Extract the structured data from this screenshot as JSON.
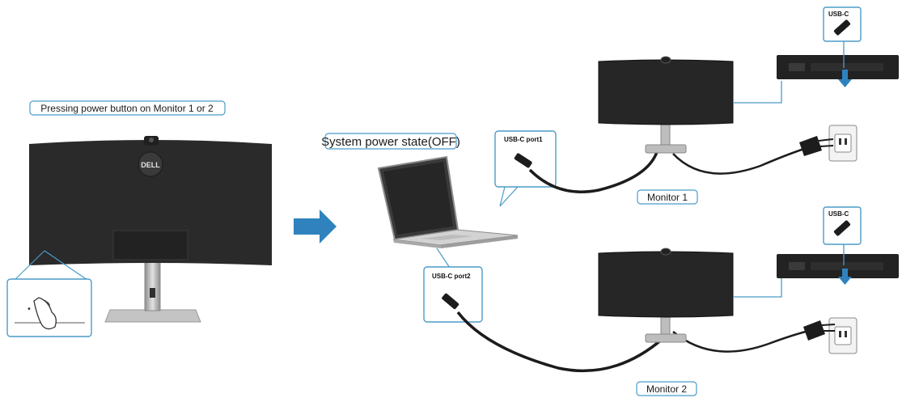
{
  "labels": {
    "left_caption": "Pressing power button on Monitor 1 or 2",
    "system_state": "System power state(OFF)",
    "monitor1": "Monitor 1",
    "monitor2": "Monitor 2",
    "usbc_port1": "USB-C port1",
    "usbc_port2": "USB-C port2",
    "usbc_top": "USB-C",
    "usbc_bottom": "USB-C"
  },
  "logo_text": "DELL",
  "colors": {
    "callout_border": "#4a9cc7",
    "arrow": "#2f82be",
    "monitor_dark": "#262626",
    "stand_silver": "#b9b9b9",
    "cable": "#1c1c1c"
  }
}
